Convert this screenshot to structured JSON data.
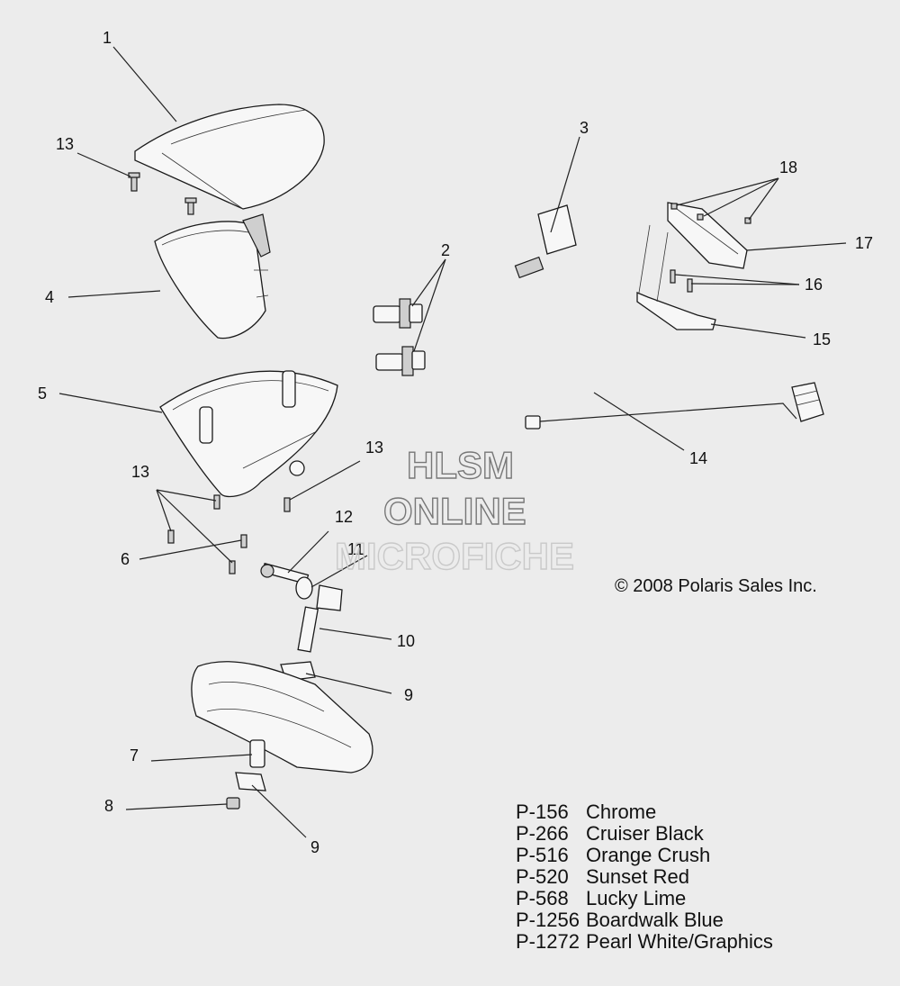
{
  "callouts": [
    "1",
    "2",
    "3",
    "4",
    "5",
    "6",
    "7",
    "8",
    "9",
    "9",
    "10",
    "11",
    "12",
    "13",
    "13",
    "13",
    "14",
    "15",
    "16",
    "17",
    "18"
  ],
  "watermark": {
    "line1": "HLSM",
    "line2": "ONLINE",
    "line3": "MICROFICHE"
  },
  "copyright": "© 2008 Polaris Sales Inc.",
  "colors": [
    {
      "code": "P-156",
      "name": "Chrome"
    },
    {
      "code": "P-266",
      "name": "Cruiser Black"
    },
    {
      "code": "P-516",
      "name": "Orange Crush"
    },
    {
      "code": "P-520",
      "name": "Sunset Red"
    },
    {
      "code": "P-568",
      "name": "Lucky Lime"
    },
    {
      "code": "P-1256",
      "name": "Boardwalk Blue"
    },
    {
      "code": "P-1272",
      "name": "Pearl White/Graphics"
    }
  ]
}
